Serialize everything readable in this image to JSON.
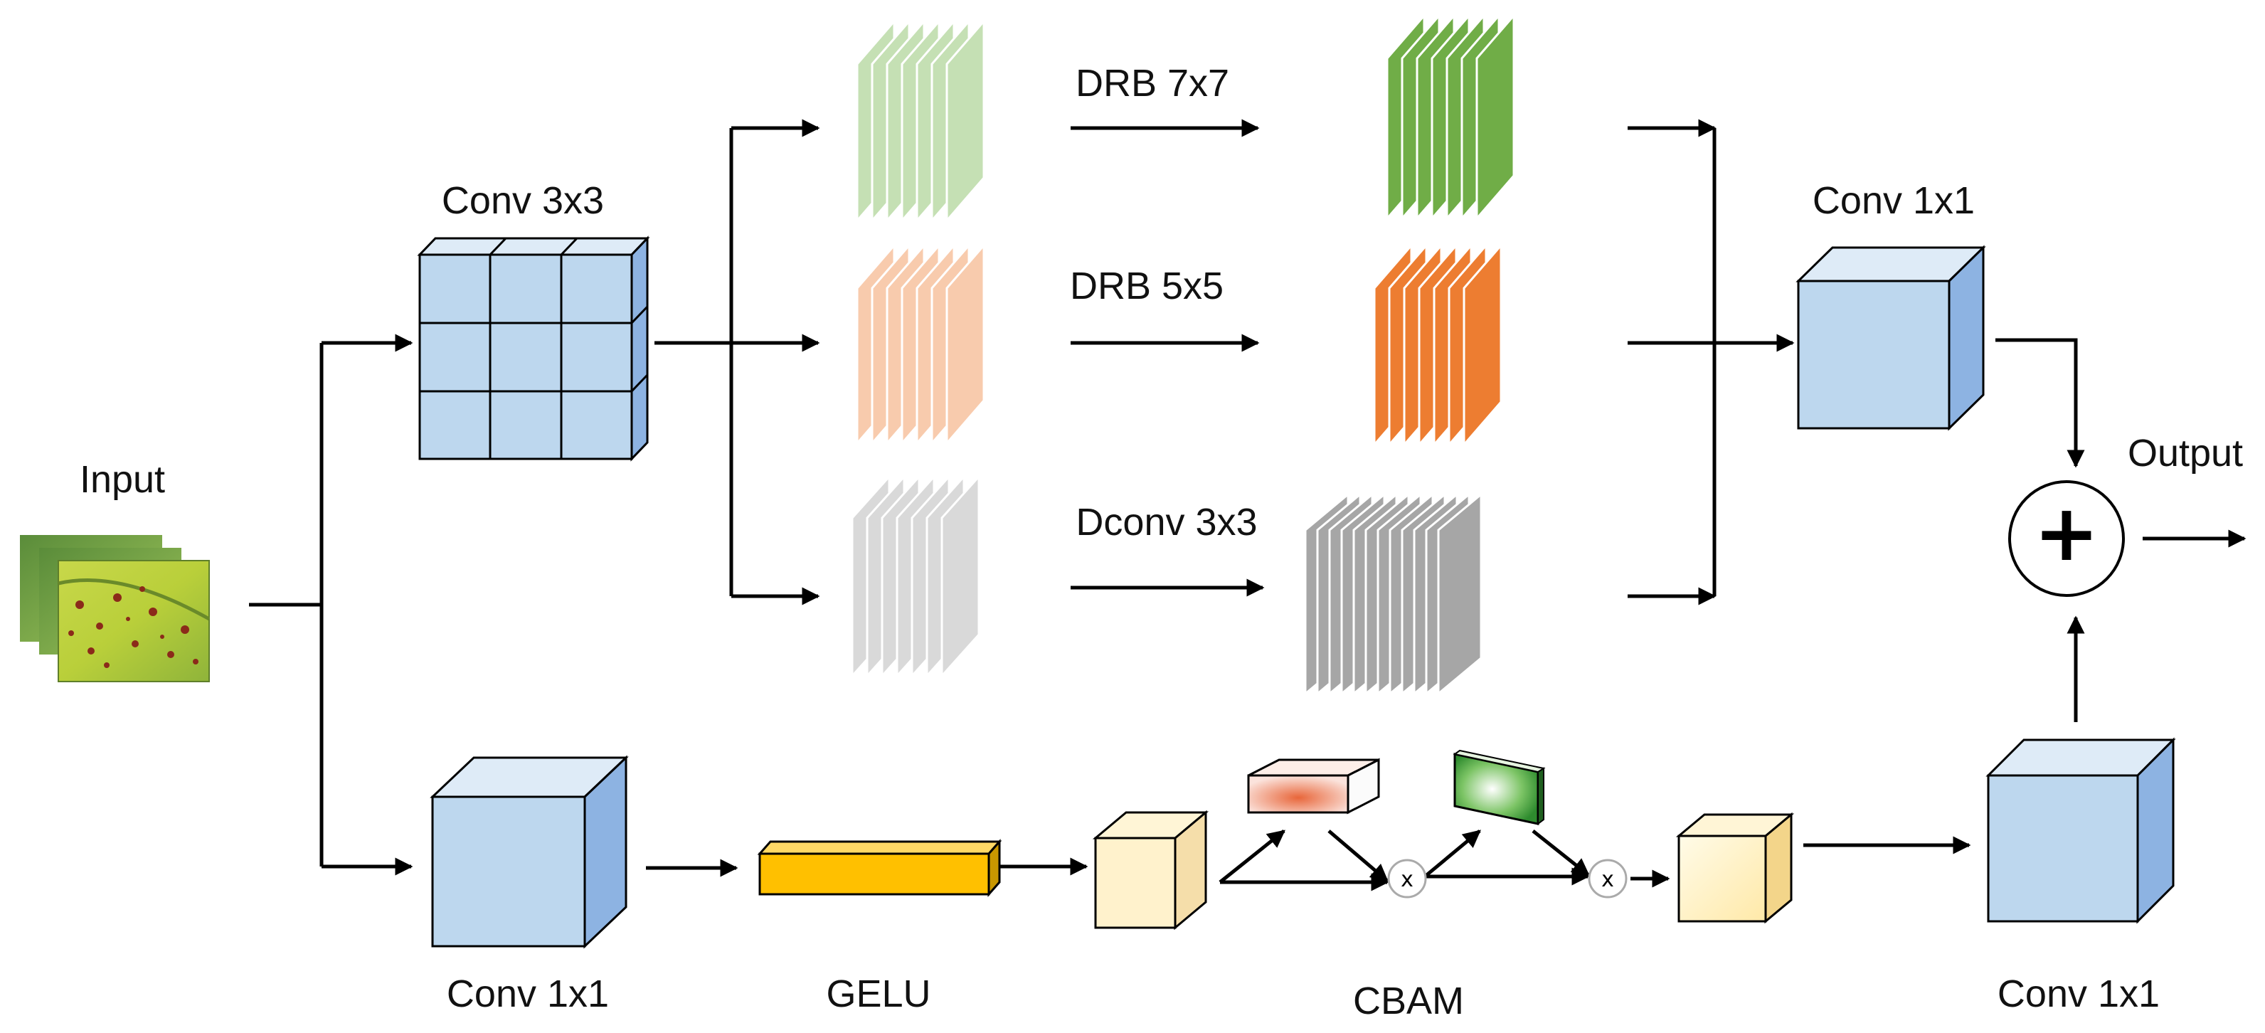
{
  "labels": {
    "input": "Input",
    "conv3x3": "Conv 3x3",
    "drb7": "DRB 7x7",
    "drb5": "DRB 5x5",
    "dconv": "Dconv 3x3",
    "conv1x1_top": "Conv 1x1",
    "output": "Output",
    "conv1x1_left": "Conv 1x1",
    "gelu": "GELU",
    "cbam": "CBAM",
    "conv1x1_right": "Conv 1x1"
  },
  "symbols": {
    "add": "+",
    "multiply_1": "x",
    "multiply_2": "x"
  },
  "colors": {
    "cube_front": "#bdd7ee",
    "cube_side": "#8db3e2",
    "cube_top": "#deebf7",
    "green_light": "#c5e0b4",
    "green_dark": "#70ad47",
    "orange_light": "#f8cbad",
    "orange_dark": "#ed7d31",
    "gray_light": "#d9d9d9",
    "gray_dark": "#a6a6a6",
    "gelu_bar": "#ffc000",
    "cream_cube": "#fff2cc",
    "stroke": "#000000"
  }
}
